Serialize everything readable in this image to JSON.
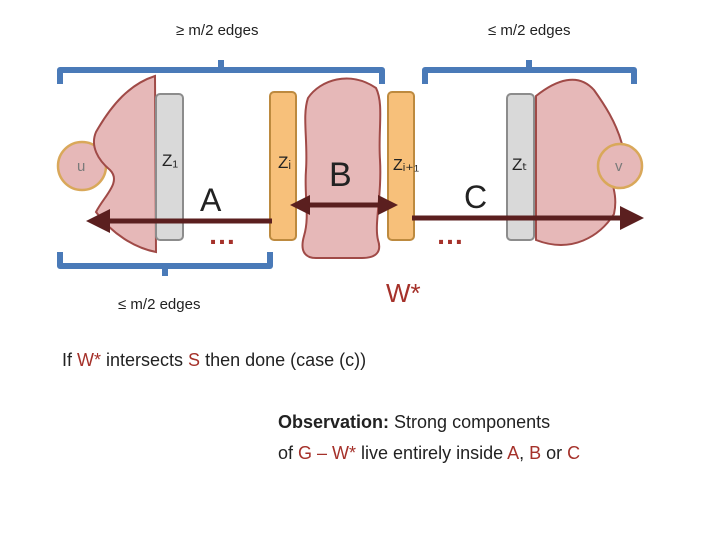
{
  "labels": {
    "top_left_edges": "≥ m/2 edges",
    "top_right_edges": "≤ m/2 edges",
    "bottom_left_edges": "≤ m/2 edges",
    "u": "u",
    "v": "v",
    "z1": "Z₁",
    "zi": "Zᵢ",
    "zi1": "Zᵢ₊₁",
    "zt": "Zₜ",
    "A": "A",
    "B": "B",
    "C": "C",
    "dots_left": "…",
    "dots_right": "…",
    "W": "W*"
  },
  "case_line": {
    "p1": "If ",
    "w": "W*",
    "p2": " intersects ",
    "s": "S",
    "p3": " then done (case (c))"
  },
  "observation": {
    "heading": "Observation:",
    "line1_rest": " Strong components",
    "l2a": "of ",
    "g_minus_w": "G – W*",
    "l2b": " live entirely inside ",
    "a": "A",
    "comma": ", ",
    "b": "B",
    "or": " or ",
    "c": "C"
  },
  "colors": {
    "brace_blue": "#4a7ab8",
    "blob_fill": "#e6b8b8",
    "blob_stroke": "#a04a47",
    "gray_fill": "#d9d9d9",
    "gray_stroke": "#8c8c8c",
    "orange_fill": "#f7c07a",
    "orange_stroke": "#bd8a3f",
    "arrow": "#5b1f1f",
    "text_red": "#a5312a",
    "text_gray": "#7a7a7a"
  }
}
